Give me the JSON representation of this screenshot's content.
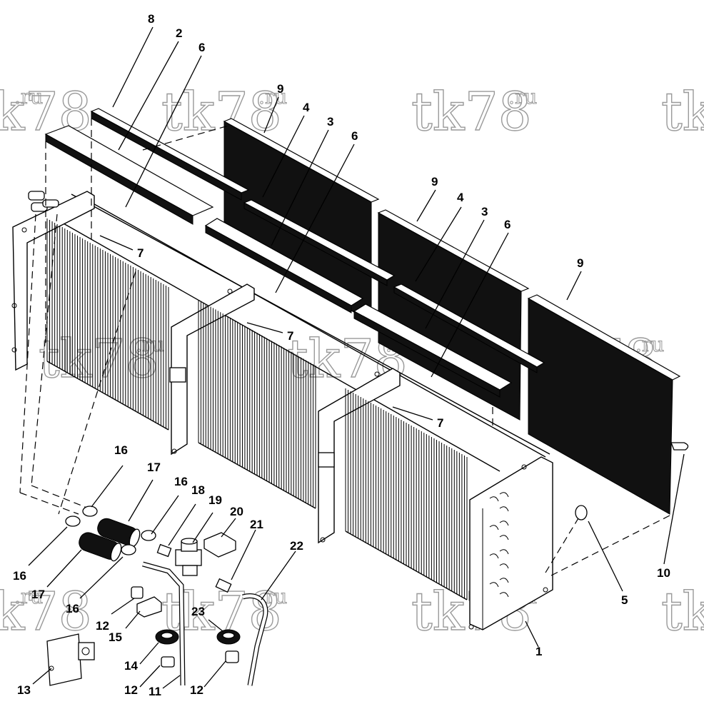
{
  "watermark": {
    "text": "tk78",
    "suffix": ".ru"
  },
  "callouts": [
    {
      "id": "c8a",
      "text": "8"
    },
    {
      "id": "c2a",
      "text": "2"
    },
    {
      "id": "c6a",
      "text": "6"
    },
    {
      "id": "c9a",
      "text": "9"
    },
    {
      "id": "c4a",
      "text": "4"
    },
    {
      "id": "c3a",
      "text": "3"
    },
    {
      "id": "c6b",
      "text": "6"
    },
    {
      "id": "c9b",
      "text": "9"
    },
    {
      "id": "c4b",
      "text": "4"
    },
    {
      "id": "c3b",
      "text": "3"
    },
    {
      "id": "c6c",
      "text": "6"
    },
    {
      "id": "c9c",
      "text": "9"
    },
    {
      "id": "c7a",
      "text": "7"
    },
    {
      "id": "c7b",
      "text": "7"
    },
    {
      "id": "c7c",
      "text": "7"
    },
    {
      "id": "c16a",
      "text": "16"
    },
    {
      "id": "c17a",
      "text": "17"
    },
    {
      "id": "c16b",
      "text": "16"
    },
    {
      "id": "c18",
      "text": "18"
    },
    {
      "id": "c19",
      "text": "19"
    },
    {
      "id": "c20",
      "text": "20"
    },
    {
      "id": "c21",
      "text": "21"
    },
    {
      "id": "c22",
      "text": "22"
    },
    {
      "id": "c16c",
      "text": "16"
    },
    {
      "id": "c17b",
      "text": "17"
    },
    {
      "id": "c16d",
      "text": "16"
    },
    {
      "id": "c12a",
      "text": "12"
    },
    {
      "id": "c15",
      "text": "15"
    },
    {
      "id": "c23",
      "text": "23"
    },
    {
      "id": "c14",
      "text": "14"
    },
    {
      "id": "c12b",
      "text": "12"
    },
    {
      "id": "c11",
      "text": "11"
    },
    {
      "id": "c12c",
      "text": "12"
    },
    {
      "id": "c13",
      "text": "13"
    },
    {
      "id": "c1",
      "text": "1"
    },
    {
      "id": "c5",
      "text": "5"
    },
    {
      "id": "c10",
      "text": "10"
    }
  ]
}
